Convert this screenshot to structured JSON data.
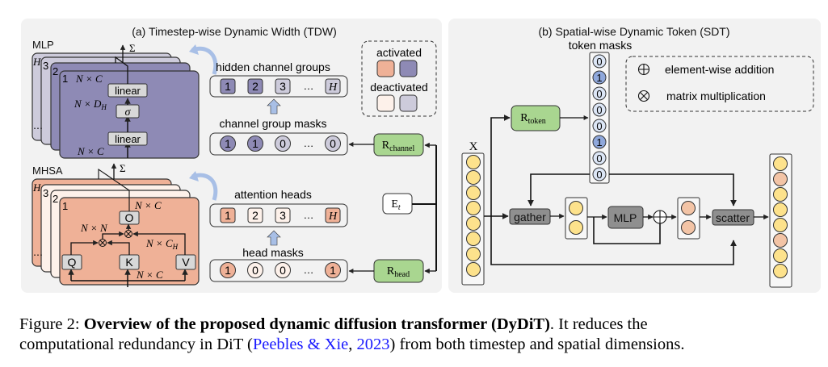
{
  "panel_a": {
    "title": "(a) Timestep-wise Dynamic Width (TDW)",
    "mlp": {
      "label": "MLP",
      "stack_labels": [
        "H",
        "3",
        "2",
        "1"
      ],
      "sum_symbol": "Σ",
      "dims": {
        "top": "N × C",
        "mid": "N × D",
        "mid_sub": "H",
        "bottom": "N × C"
      },
      "ops": [
        "linear",
        "σ",
        "linear"
      ],
      "ellipsis": "⋯"
    },
    "mhsa": {
      "label": "MHSA",
      "stack_labels": [
        "H",
        "3",
        "2",
        "1"
      ],
      "sum_symbol": "Σ",
      "dims": {
        "out": "N × C",
        "attn": "N × N",
        "v": "N × C",
        "v_sub": "H",
        "in": "N × C"
      },
      "ops": {
        "o": "O",
        "q": "Q",
        "k": "K",
        "v": "V"
      },
      "ellipsis": "⋯"
    },
    "hidden_channel_groups": {
      "label": "hidden channel groups",
      "items": [
        {
          "text": "1",
          "state": "activated"
        },
        {
          "text": "2",
          "state": "activated"
        },
        {
          "text": "3",
          "state": "deactivated"
        },
        {
          "text": "…",
          "state": "ellipsis"
        },
        {
          "text": "H",
          "state": "deactivated"
        }
      ]
    },
    "channel_group_masks": {
      "label": "channel group masks",
      "items": [
        {
          "text": "1",
          "state": "activated"
        },
        {
          "text": "1",
          "state": "activated"
        },
        {
          "text": "0",
          "state": "deactivated"
        },
        {
          "text": "…",
          "state": "ellipsis"
        },
        {
          "text": "0",
          "state": "deactivated"
        }
      ]
    },
    "attention_heads": {
      "label": "attention heads",
      "items": [
        {
          "text": "1",
          "state": "activated"
        },
        {
          "text": "2",
          "state": "deactivated"
        },
        {
          "text": "3",
          "state": "deactivated"
        },
        {
          "text": "…",
          "state": "ellipsis"
        },
        {
          "text": "H",
          "state": "activated"
        }
      ]
    },
    "head_masks": {
      "label": "head masks",
      "items": [
        {
          "text": "1",
          "state": "activated"
        },
        {
          "text": "0",
          "state": "deactivated"
        },
        {
          "text": "0",
          "state": "deactivated"
        },
        {
          "text": "…",
          "state": "ellipsis"
        },
        {
          "text": "1",
          "state": "activated"
        }
      ]
    },
    "legend": {
      "activated_label": "activated",
      "deactivated_label": "deactivated"
    },
    "routers": {
      "channel": {
        "main": "R",
        "sub": "channel"
      },
      "head": {
        "main": "R",
        "sub": "head"
      },
      "embedding": {
        "main": "E",
        "sub": "t"
      }
    }
  },
  "panel_b": {
    "title": "(b) Spatial-wise Dynamic Token (SDT)",
    "token_masks_label": "token masks",
    "token_masks": [
      "0",
      "1",
      "0",
      "0",
      "0",
      "1",
      "0",
      "0"
    ],
    "input_label": "X",
    "router": {
      "main": "R",
      "sub": "token"
    },
    "ops": {
      "gather": "gather",
      "mlp": "MLP",
      "scatter": "scatter"
    },
    "legend": {
      "add_symbol": "⊕",
      "add_label": "element-wise addition",
      "mul_symbol": "⊗",
      "mul_label": "matrix multiplication"
    },
    "input_tokens": 8,
    "gathered_tokens": 2,
    "output_tokens": [
      "unchanged",
      "updated",
      "unchanged",
      "unchanged",
      "unchanged",
      "updated",
      "unchanged",
      "unchanged"
    ]
  },
  "colors": {
    "panel_bg": "#f2f2f2",
    "mlp_active": "#8e8ab5",
    "mlp_inactive": "#cdcbdb",
    "mhsa_active": "#efb197",
    "mhsa_inactive": "#fdf1ea",
    "router_green": "#a9d690",
    "op_gray": "#d8d8d8",
    "dark_op": "#8f8f8f",
    "token_yellow": "#fde28c",
    "token_peach": "#f3c4a6",
    "mask_one": "#8fa8dc",
    "mask_zero": "#dce6f6",
    "arrow_blue": "#a8bfe6",
    "cite": "#1a1aff"
  },
  "caption": {
    "prefix": "Figure 2: ",
    "bold": "Overview of the proposed dynamic diffusion transformer (DyDiT)",
    "line1_rest": ". It reduces the",
    "line2_a": "computational redundancy in DiT (",
    "cite_authors": "Peebles & Xie",
    "cite_sep": ", ",
    "cite_year": "2023",
    "line2_b": ") from both timestep and spatial dimensions."
  }
}
